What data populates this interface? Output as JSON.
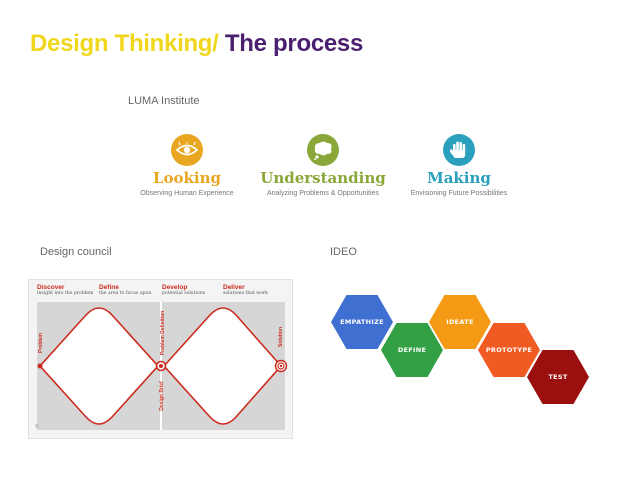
{
  "header": {
    "title_part1": "Design Thinking/",
    "title_part2": "The process"
  },
  "luma": {
    "label": "LUMA Institute",
    "items": [
      {
        "name": "Looking",
        "desc": "Observing Human Experience",
        "icon": "eye-icon",
        "color": "#e9a620"
      },
      {
        "name": "Understanding",
        "desc": "Analyzing Problems & Opportunities",
        "icon": "speech-bubble-icon",
        "color": "#8aa83a"
      },
      {
        "name": "Making",
        "desc": "Envisioning Future Possibilities",
        "icon": "hand-icon",
        "color": "#2aa0bd"
      }
    ]
  },
  "design_council": {
    "label": "Design council",
    "phases": [
      {
        "title": "Discover",
        "sub": "insight into the problem"
      },
      {
        "title": "Define",
        "sub": "the area to focus upon"
      },
      {
        "title": "Develop",
        "sub": "potential solutions"
      },
      {
        "title": "Deliver",
        "sub": "solutions that work"
      }
    ],
    "side_labels": {
      "problem": "Problem",
      "problem_definition": "Problem Definition",
      "design_brief": "Design Brief",
      "solution": "Solution"
    },
    "footer_mark": "©",
    "accent": "#cc2a1e"
  },
  "ideo": {
    "label": "IDEO",
    "steps": [
      {
        "label": "EMPATHIZE",
        "color": "#3f6fd0"
      },
      {
        "label": "DEFINE",
        "color": "#34a046"
      },
      {
        "label": "IDEATE",
        "color": "#f59a14"
      },
      {
        "label": "PROTOTYPE",
        "color": "#f05a23"
      },
      {
        "label": "TEST",
        "color": "#9b0f0f"
      }
    ]
  }
}
